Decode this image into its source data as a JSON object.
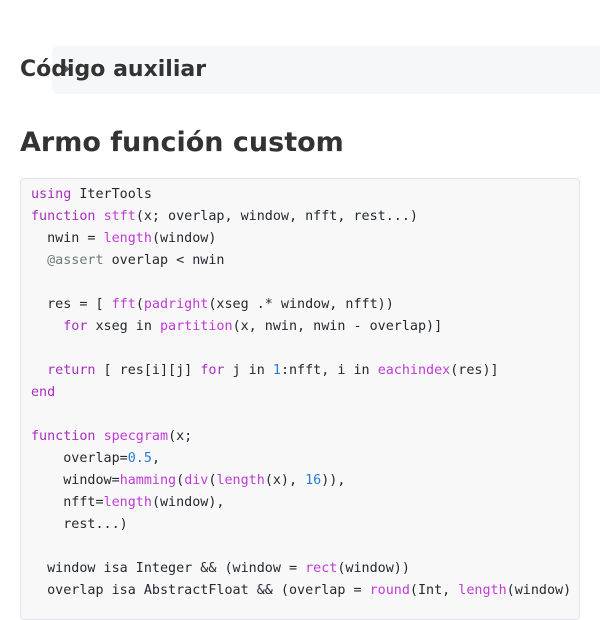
{
  "section": {
    "title": "Código auxiliar",
    "caret_icon": "caret-right-icon"
  },
  "heading": {
    "title": "Armo función custom"
  },
  "code": {
    "lines": [
      [
        {
          "t": "using",
          "c": "kw"
        },
        {
          "t": " IterTools"
        }
      ],
      [
        {
          "t": "function",
          "c": "kw"
        },
        {
          "t": " "
        },
        {
          "t": "stft",
          "c": "fn"
        },
        {
          "t": "(x; overlap, window, nfft, rest...)"
        }
      ],
      [
        {
          "t": "  nwin = "
        },
        {
          "t": "length",
          "c": "fn"
        },
        {
          "t": "(window)"
        }
      ],
      [
        {
          "t": "  "
        },
        {
          "t": "@assert",
          "c": "macro"
        },
        {
          "t": " overlap < nwin"
        }
      ],
      [
        {
          "t": ""
        }
      ],
      [
        {
          "t": "  res = [ "
        },
        {
          "t": "fft",
          "c": "fn"
        },
        {
          "t": "("
        },
        {
          "t": "padright",
          "c": "fn"
        },
        {
          "t": "(xseg .* window, nfft))"
        }
      ],
      [
        {
          "t": "    "
        },
        {
          "t": "for",
          "c": "kw"
        },
        {
          "t": " xseg in "
        },
        {
          "t": "partition",
          "c": "fn"
        },
        {
          "t": "(x, nwin, nwin - overlap)]"
        }
      ],
      [
        {
          "t": ""
        }
      ],
      [
        {
          "t": "  "
        },
        {
          "t": "return",
          "c": "kw"
        },
        {
          "t": " [ res[i][j] "
        },
        {
          "t": "for",
          "c": "kw"
        },
        {
          "t": " j in "
        },
        {
          "t": "1",
          "c": "num"
        },
        {
          "t": ":nfft, i in "
        },
        {
          "t": "eachindex",
          "c": "fn"
        },
        {
          "t": "(res)]"
        }
      ],
      [
        {
          "t": "end",
          "c": "kw"
        }
      ],
      [
        {
          "t": ""
        }
      ],
      [
        {
          "t": "function",
          "c": "kw"
        },
        {
          "t": " "
        },
        {
          "t": "specgram",
          "c": "fn"
        },
        {
          "t": "(x;"
        }
      ],
      [
        {
          "t": "    overlap="
        },
        {
          "t": "0.5",
          "c": "num"
        },
        {
          "t": ","
        }
      ],
      [
        {
          "t": "    window="
        },
        {
          "t": "hamming",
          "c": "fn"
        },
        {
          "t": "("
        },
        {
          "t": "div",
          "c": "fn"
        },
        {
          "t": "("
        },
        {
          "t": "length",
          "c": "fn"
        },
        {
          "t": "(x), "
        },
        {
          "t": "16",
          "c": "num"
        },
        {
          "t": ")),"
        }
      ],
      [
        {
          "t": "    nfft="
        },
        {
          "t": "length",
          "c": "fn"
        },
        {
          "t": "(window),"
        }
      ],
      [
        {
          "t": "    rest...)"
        }
      ],
      [
        {
          "t": ""
        }
      ],
      [
        {
          "t": "  window isa Integer && (window = "
        },
        {
          "t": "rect",
          "c": "fn"
        },
        {
          "t": "(window))"
        }
      ],
      [
        {
          "t": "  overlap isa AbstractFloat && (overlap = "
        },
        {
          "t": "round",
          "c": "fn"
        },
        {
          "t": "(Int, "
        },
        {
          "t": "length",
          "c": "fn"
        },
        {
          "t": "(window)"
        }
      ]
    ]
  }
}
